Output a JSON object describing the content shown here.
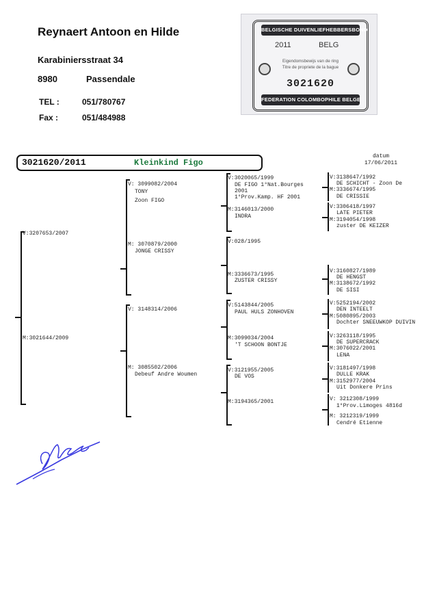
{
  "owner": {
    "name": "Reynaert Antoon en Hilde",
    "street": "Karabiniersstraat 34",
    "postcode": "8980",
    "city": "Passendale",
    "tel_label": "TEL :",
    "tel": "051/780767",
    "fax_label": "Fax :",
    "fax": "051/484988"
  },
  "ring_card": {
    "top_banner": "BELGISCHE DUIVENLIEFHEBBERSBOND",
    "year": "2011",
    "country": "BELG",
    "line1": "Eigendomsbewijs van de ring",
    "line2": "Titre de propriete de la bague",
    "number": "3021620",
    "bottom_banner": "FEDERATION COLOMBOPHILE BELGE"
  },
  "datum_label": "datum",
  "datum": "17/06/2011",
  "subject": {
    "ring": "3021620/2011",
    "name": "Kleinkind Figo"
  },
  "gen1": {
    "sire": [
      "V:3207653/2007"
    ],
    "dam": [
      "M:3021644/2009"
    ]
  },
  "gen2": {
    "vv": [
      "V: 3099082/2004",
      "TONY",
      "Zoon FIGO"
    ],
    "vm": [
      "M: 3070879/2000",
      "JONGE CRISSY"
    ],
    "mv": [
      "V: 3148314/2006"
    ],
    "mm": [
      "M: 3085502/2006",
      "Debeuf Andre Woumen"
    ]
  },
  "gen3": {
    "vvv": [
      "V:3020065/1999",
      "DE FIGO 1°Nat.Bourges",
      "2001",
      "1°Prov.Kamp. HF 2001"
    ],
    "vvm": [
      "M:3146013/2000",
      "INDRA"
    ],
    "vmv": [
      "V:028/1995"
    ],
    "vmm": [
      "M:3336673/1995",
      "ZUSTER CRISSY"
    ],
    "mvv": [
      "V:5143844/2005",
      "PAUL HULS ZONHOVEN"
    ],
    "mvm": [
      "M:3099034/2004",
      "'T SCHOON BONTJE"
    ],
    "mmv": [
      "V:3121955/2005",
      "DE VOS"
    ],
    "mmm": [
      "M:3194365/2001"
    ]
  },
  "gen4": {
    "a": [
      "V:3138647/1992",
      "DE SCHICHT - Zoon De"
    ],
    "b": [
      "M:3336674/1995",
      "DE CRISSIE"
    ],
    "c": [
      "V:3306418/1997",
      "LATE PIETER"
    ],
    "d": [
      "M:3194054/1998",
      "zuster DE KEIZER"
    ],
    "e": [
      "V:3160827/1989",
      "DE HENGST"
    ],
    "f": [
      "M:3138672/1992",
      "DE SISI"
    ],
    "g": [
      "V:5252194/2002",
      "DEN INTEELT"
    ],
    "h": [
      "M:5080895/2003",
      "Dochter SNEEUWKOP DUIVIN"
    ],
    "i": [
      "V:3263118/1995",
      "DE SUPERCRACK"
    ],
    "j": [
      "M:3076022/2001",
      "LENA"
    ],
    "k": [
      "V:3181497/1998",
      "DULLE KRAK"
    ],
    "l": [
      "M:3152977/2004",
      "Uit Donkere Prins"
    ],
    "m": [
      "V: 3212308/1999",
      "1°Prov.Limoges 4816d"
    ],
    "n": [
      "M: 3212319/1999",
      "Cendré Etienne"
    ]
  }
}
